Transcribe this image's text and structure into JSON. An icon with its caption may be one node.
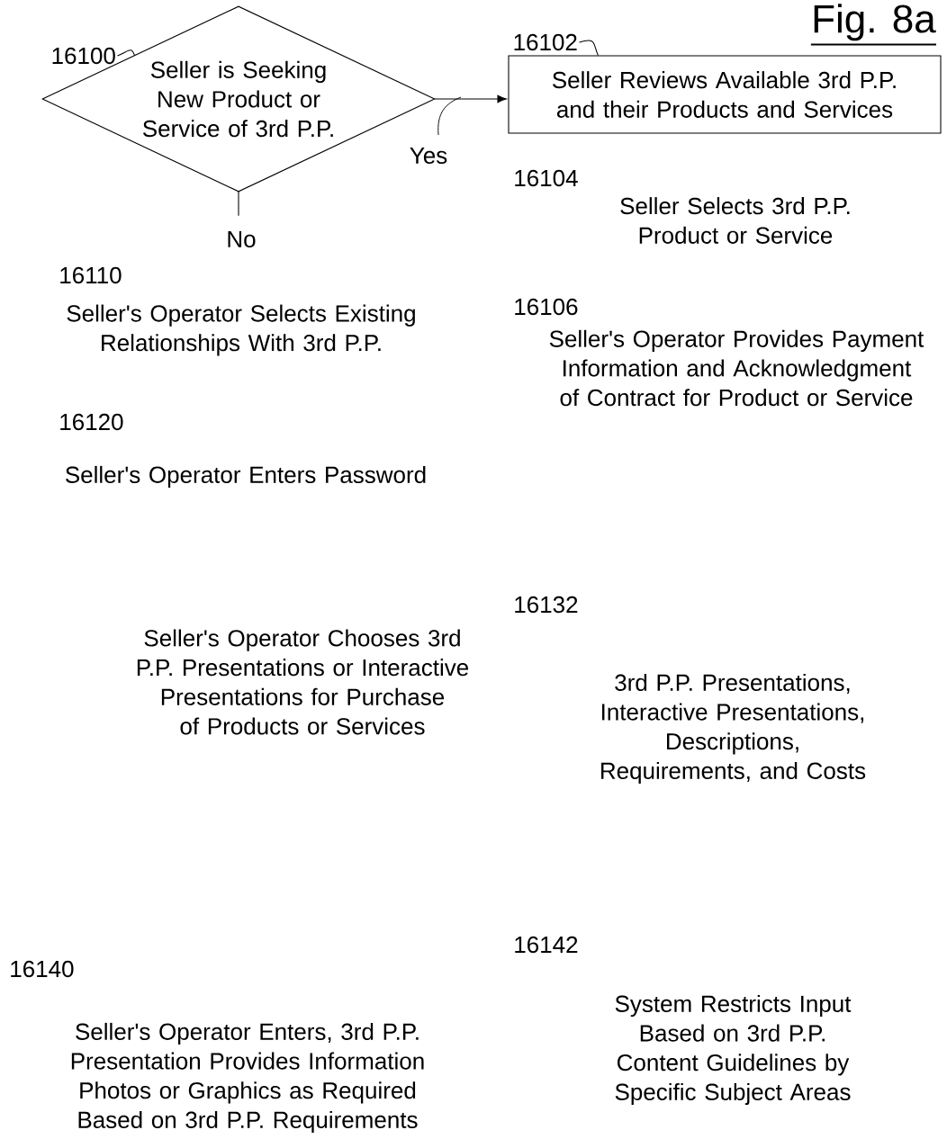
{
  "diagram": {
    "title": "Fig. 8a",
    "nodes": [
      {
        "text": [
          "16100"
        ]
      },
      {
        "text": [
          "Seller is Seeking New Product or Service of 3rd P.P."
        ]
      },
      {
        "text": [
          "16102"
        ]
      },
      {
        "text": [
          "Seller Reviews Available 3rd P.P. and their Products and Services"
        ]
      }
    ],
    "edges": [
      {
        "from": 0,
        "to": 1,
        "arrow": "none"
      },
      {
        "from": 2,
        "to": 3,
        "arrow": "none"
      },
      {
        "from": 1,
        "to": 3,
        "arrow": "to",
        "label": "Yes"
      },
      {
        "from": 1,
        "to": null,
        "arrow": "none",
        "label": "No"
      }
    ],
    "labels": [
      "16104",
      "Seller Selects 3rd P.P. Product or Service",
      "16110",
      "16106",
      "Seller's Operator Selects Existing Relationships With 3rd P.P.",
      "Seller's  Operator Provides Payment Information and Acknowledgment of Contract for Product or Service",
      "16120",
      "Seller's Operator Enters Password",
      "16132",
      "Seller's Operator Chooses 3rd P.P. Presentations or Interactive Presentations for Purchase of Products or Services",
      "3rd P.P. Presentations, Interactive Presentations, Descriptions, Requirements, and Costs",
      "16142",
      "16140",
      "System Restricts Input Based on 3rd P.P. Content Guidelines by Specific Subject Areas",
      "Seller's Operator Enters, 3rd P.P. Presentation Provides Information Photos or Graphics as Required Based on 3rd P.P. Requirements"
    ]
  }
}
